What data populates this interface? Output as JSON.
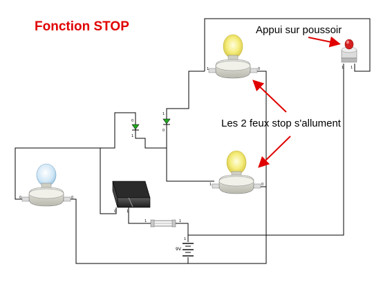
{
  "title": "Fonction STOP",
  "annotations": {
    "push_button": "Appui sur poussoir",
    "lamps": "Les 2 feux stop s'allument"
  },
  "components": {
    "battery_label": "9V",
    "pin_0": "0",
    "pin_1": "1"
  },
  "colors": {
    "title": "#e00000",
    "arrow": "#e00000",
    "wire": "#000000",
    "diode": "#22aa22",
    "lamp_lit": "#f7f08a",
    "lamp_off": "#cfe8f7"
  }
}
